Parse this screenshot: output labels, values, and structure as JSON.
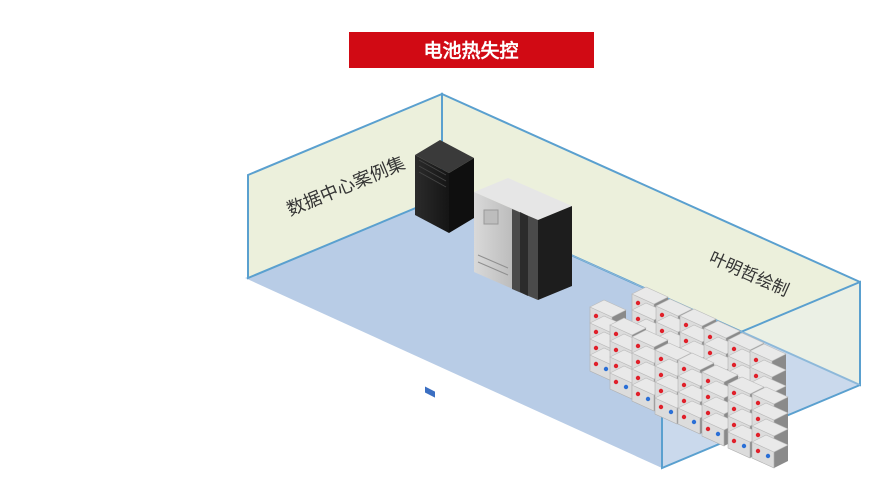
{
  "title": "电池热失控",
  "labels": {
    "left_wall": "数据中心案例集",
    "right_wall": "叶明哲绘制"
  },
  "colors": {
    "banner": "#d10a14",
    "wall_fill": "#ecf0dc",
    "floor_fill": "#b8cce6",
    "outline": "#5aa0cf",
    "cell_red": "#e0202a",
    "cell_blue": "#2a6fd6"
  },
  "objects": {
    "cabinet_dark": "dark-server-cabinet-icon",
    "cabinet_grey": "ups-cabinet-icon",
    "battery": "battery-cell-icon"
  }
}
